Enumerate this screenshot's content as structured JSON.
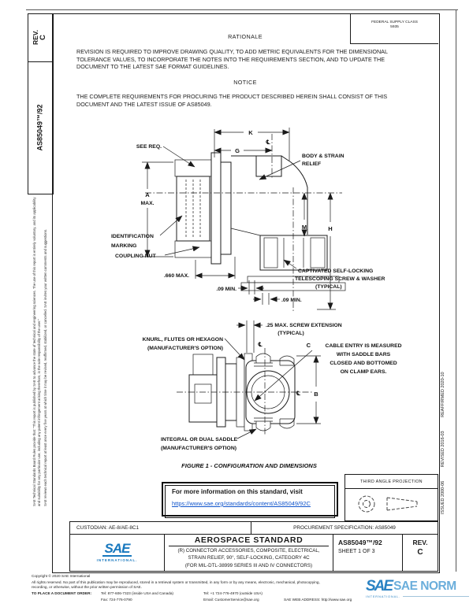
{
  "colors": {
    "link_blue": "#1155CC",
    "sae_blue": "#1878BE",
    "watermark_blue": "#5FA8D8"
  },
  "page": {
    "margin_left": {
      "disclaimer_1": "SAE Technical Standards Board Rules provide that: \"This report is published by SAE to advance the state of technical and engineering sciences. The use of this report is entirely voluntary, and its applicability and suitability for any particular use, including any patent infringement arising therefrom, is the sole responsibility of the user.\"",
      "disclaimer_2": "SAE reviews each technical report at least once every five years at which time it may be revised, reaffirmed, stabilized, or cancelled. SAE invites your written comments and suggestions."
    },
    "margin_right": {
      "issued": "ISSUED 2000-06",
      "revised": "REVISED 2016-03",
      "reaffirmed": "REAFFIRMED 2020-10"
    },
    "rev_box": {
      "label": "REV.",
      "value": "C"
    },
    "doc_number_box": "AS85049™/92",
    "fsc_box": {
      "line1": "FEDERAL SUPPLY CLASS",
      "line2": "5935"
    }
  },
  "rationale": {
    "heading": "RATIONALE",
    "body": "REVISION IS REQUIRED TO IMPROVE DRAWING QUALITY, TO ADD METRIC EQUIVALENTS FOR THE DIMENSIONAL TOLERANCE VALUES, TO INCORPORATE THE NOTES INTO THE REQUIREMENTS SECTION, AND TO UPDATE THE DOCUMENT TO THE LATEST SAE FORMAT GUIDELINES."
  },
  "notice": {
    "heading": "NOTICE",
    "body": "THE COMPLETE REQUIREMENTS FOR PROCURING THE PRODUCT DESCRIBED HEREIN SHALL CONSIST OF THIS DOCUMENT AND THE LATEST ISSUE OF AS85049."
  },
  "figure": {
    "see_req": "SEE REQ.",
    "k": "K",
    "g": "G",
    "cl": "℄",
    "body_strain_1": "BODY & STRAIN",
    "body_strain_2": "RELIEF",
    "a": "A",
    "a_max": "MAX.",
    "m": "M",
    "h": "H",
    "ident_1": "IDENTIFICATION",
    "ident_2": "MARKING",
    "coupling_nut": "COUPLING NUT",
    "dim_660": ".660 MAX.",
    "dim_09": ".09 MIN.",
    "dim_09b": ".09 MIN.",
    "captivated_1": "CAPTIVATED SELF-LOCKING",
    "captivated_2": "TELESCOPING SCREW & WASHER",
    "captivated_3": "(TYPICAL)",
    "screw_ext_1": ".25 MAX. SCREW EXTENSION",
    "screw_ext_2": "(TYPICAL)",
    "knurl_1": "KNURL, FLUTES OR HEXAGON",
    "knurl_2": "(MANUFACTURER'S OPTION)",
    "cable_c": "C",
    "cable_1": "CABLE ENTRY IS MEASURED",
    "cable_2": "WITH SADDLE BARS",
    "cable_3": "CLOSED AND BOTTOMED",
    "cable_4": "ON CLAMP EARS.",
    "b": "B",
    "integral_1": "INTEGRAL OR DUAL SADDLE",
    "integral_2": "(MANUFACTURER'S OPTION)",
    "caption": "FIGURE 1 - CONFIGURATION AND DIMENSIONS"
  },
  "info_box": {
    "text": "For more information on this standard, visit",
    "link": "https://www.sae.org/standards/content/AS85049/92C"
  },
  "projection_box": {
    "label": "THIRD ANGLE PROJECTION"
  },
  "title_block": {
    "custodian": "CUSTODIAN: AE-8/AE-8C1",
    "procurement_spec": "PROCUREMENT SPECIFICATION: AS85049",
    "logo": {
      "text": "SAE",
      "subtext": "INTERNATIONAL."
    },
    "standard_type": "AEROSPACE STANDARD",
    "title_line1": "(R) CONNECTOR ACCESSORIES, COMPOSITE, ELECTRICAL,",
    "title_line2": "STRAIN RELIEF, 90°, SELF-LOCKING, CATEGORY 4C",
    "title_line3": "(FOR MIL-DTL-38999 SERIES III AND IV CONNECTORS)",
    "document_number": "AS85049™/92",
    "sheet": "SHEET 1 OF 3",
    "rev_label": "REV.",
    "rev_value": "C"
  },
  "footer": {
    "copyright": "Copyright © 2020 SAE International",
    "rights_line1": "All rights reserved. No part of this publication may be reproduced, stored in a retrieval system or transmitted, in any form or by any means, electronic, mechanical, photocopying,",
    "rights_line2": "recording, or otherwise, without the prior written permission of SAE.",
    "order_label": "TO PLACE A DOCUMENT ORDER:",
    "tel_inside": "Tel: 877-606-7323 (inside USA and Canada)",
    "tel_outside": "Tel: +1 724-776-4970 (outside USA)",
    "fax": "Fax: 724-776-0790",
    "email": "Email: CustomerService@sae.org",
    "web": "SAE WEB ADDRESS: http://www.sae.org"
  },
  "watermark": {
    "logo": "SAE",
    "text": "SAE NORM",
    "subtext": "INTERNATIONAL."
  }
}
